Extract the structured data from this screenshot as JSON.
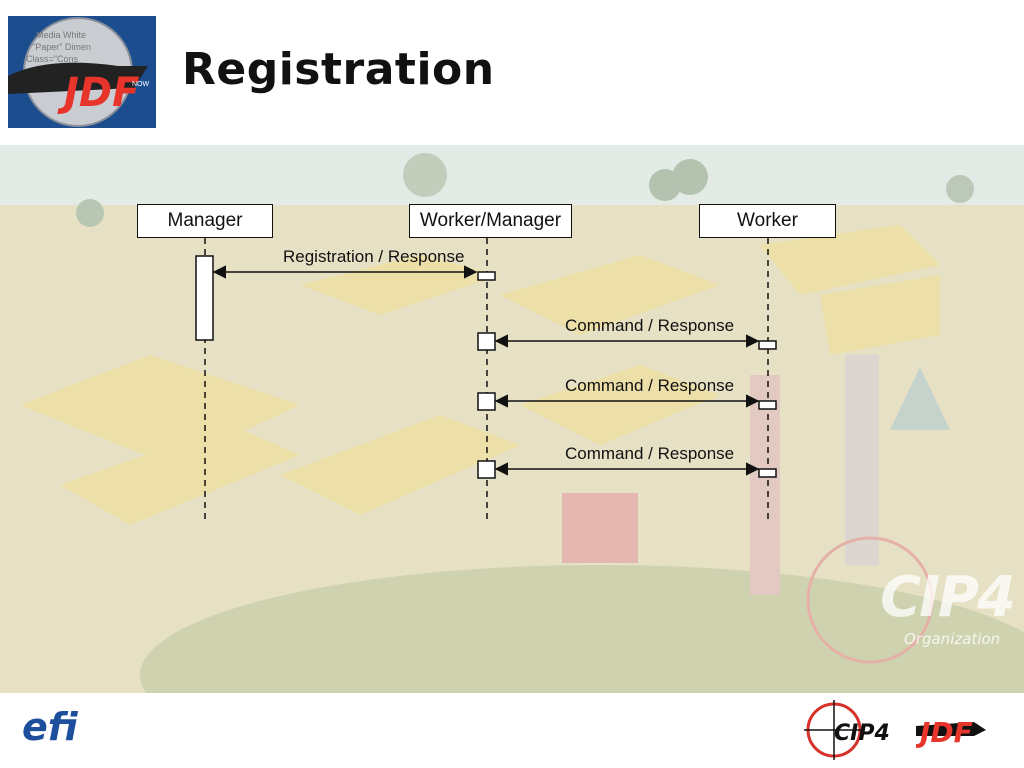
{
  "slide": {
    "title": "Registration"
  },
  "diagram": {
    "lanes": [
      {
        "label": "Manager"
      },
      {
        "label": "Worker/Manager"
      },
      {
        "label": "Worker"
      }
    ],
    "messages": [
      {
        "label": "Registration / Response",
        "from": "Manager",
        "to": "Worker/Manager"
      },
      {
        "label": "Command / Response",
        "from": "Worker/Manager",
        "to": "Worker"
      },
      {
        "label": "Command / Response",
        "from": "Worker/Manager",
        "to": "Worker"
      },
      {
        "label": "Command / Response",
        "from": "Worker/Manager",
        "to": "Worker"
      }
    ]
  },
  "watermark": {
    "brand": "CIP4",
    "sub": "Organization"
  },
  "footer": {
    "efi_logo": "efi",
    "cip4_logo": "CIP4",
    "jdf_logo": "JDF"
  },
  "colors": {
    "background_tint": "#e6e1c4",
    "jdf_red": "#e8352b",
    "efi_blue": "#1d4f9c"
  }
}
